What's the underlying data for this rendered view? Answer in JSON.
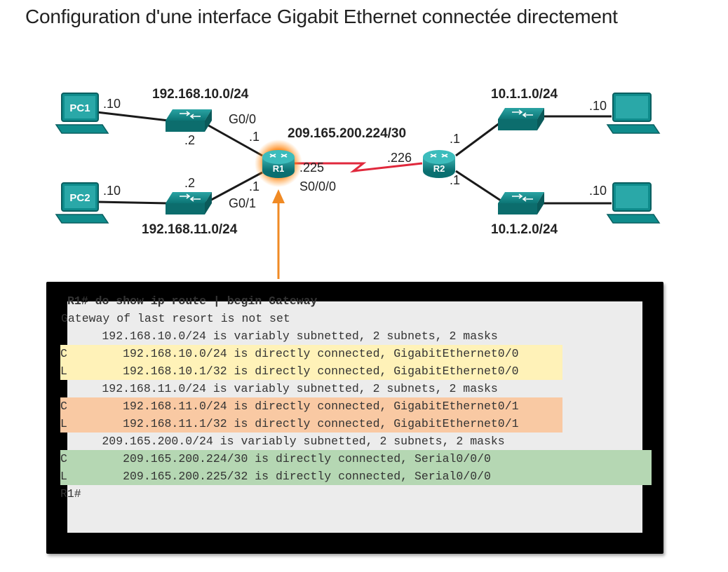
{
  "page": {
    "title": "Configuration d'une interface Gigabit Ethernet connectée directement"
  },
  "topology": {
    "devices": {
      "pc1": "PC1",
      "pc2": "PC2",
      "r1": "R1",
      "r2": "R2"
    },
    "networks": {
      "lan1": "192.168.10.0/24",
      "lan2": "192.168.11.0/24",
      "wan": "209.165.200.224/30",
      "r2_lan1": "10.1.1.0/24",
      "r2_lan2": "10.1.2.0/24"
    },
    "addresses": {
      "pc1_host": ".10",
      "pc2_host": ".10",
      "sw1_host": ".2",
      "sw2_host": ".2",
      "r1_g00": ".1",
      "r1_g01": ".1",
      "r1_s000": ".225",
      "r2_serial": ".226",
      "r2_top": ".1",
      "r2_bottom": ".1",
      "pc3_host": ".10",
      "pc4_host": ".10"
    },
    "interfaces": {
      "g00": "G0/0",
      "g01": "G0/1",
      "s000": "S0/0/0"
    }
  },
  "terminal": {
    "lines": [
      "R1# do show ip route | begin Gateway",
      "Gateway of last resort is not set",
      "      192.168.10.0/24 is variably subnetted, 2 subnets, 2 masks",
      "C        192.168.10.0/24 is directly connected, GigabitEthernet0/0",
      "L        192.168.10.1/32 is directly connected, GigabitEthernet0/0",
      "      192.168.11.0/24 is variably subnetted, 2 subnets, 2 masks",
      "C        192.168.11.0/24 is directly connected, GigabitEthernet0/1",
      "L        192.168.11.1/32 is directly connected, GigabitEthernet0/1",
      "      209.165.200.0/24 is variably subnetted, 2 subnets, 2 masks",
      "C        209.165.200.224/30 is directly connected, Serial0/0/0",
      "L        209.165.200.225/32 is directly connected, Serial0/0/0",
      "R1#"
    ]
  },
  "colors": {
    "highlight_yellow": "#fff2b8",
    "highlight_orange": "#f9c9a3",
    "highlight_green": "#b5d7b3",
    "arrow_orange": "#f08a24",
    "serial_link_red": "#e0283c",
    "device_teal": "#0f8c8c"
  }
}
